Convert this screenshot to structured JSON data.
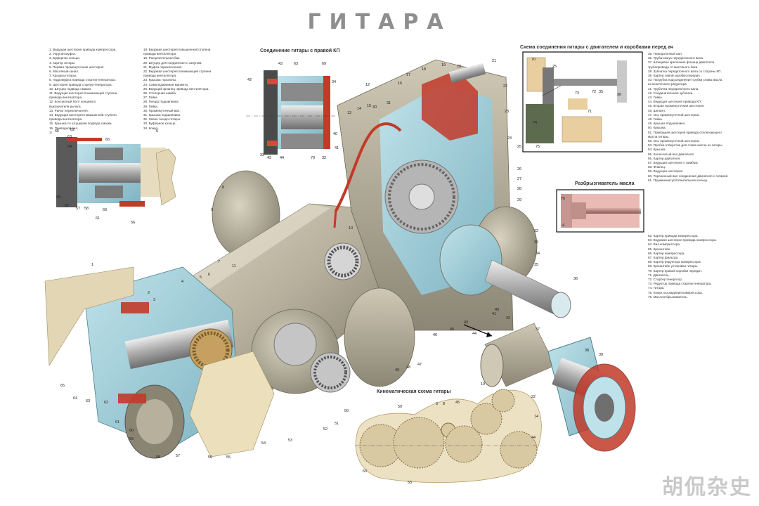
{
  "title": "ГИТАРА",
  "legend_left": [
    "1. Ведущая шестерня привода компрессора.",
    "2. Упругая муфта.",
    "3. Буферное кольцо.",
    "4. Картер гитары.",
    "5. Первая промежуточная шестерня.",
    "6. Масляный канал.",
    "7. Крышка гитары.",
    "8. Гидромуфта привода стартер-генератора.",
    "9. Шестерня привода стартер-генератора.",
    "10. Штуцер подвода смазки.",
    "11. Ведущая шестерня понижающей ступени",
    "    привода вентилятора.",
    "12. Контактный болт концевого",
    "    выключателя рычага.",
    "13. Рычаг переключателя.",
    "14. Ведущая шестерня повышенной ступени",
    "    привода вентилятора.",
    "15. Крышка со штуцером подвода смазки.",
    "16. Приводной вал.",
    "17. Вилка муфты переключения."
  ],
  "legend_mid": [
    "18. Ведомая шестерня повышенной ступени",
    "    привода вентилятора.",
    "19. Расцепительная бак.",
    "20. Штуцер для соединения с сапуном.",
    "21. Муфта переключения.",
    "22. Ведомая шестерня понижающей ступени",
    "    привода вентилятора.",
    "23. Крышка торсионы.",
    "24. Самоподжимная манжета.",
    "25. Ведущий фланец привода вентилятора.",
    "26. Стопорная шайба.",
    "27. Гайка.",
    "28. Гнездо подшипника.",
    "29. Гайка.",
    "30. Промежуточный вал.",
    "31. Крышка подшипника.",
    "32. Левое гнездо гитары.",
    "33. Буферное кольцо.",
    "34. Кожух."
  ],
  "legend_right": [
    "35. Передаточный вал.",
    "36. Труба-кожух передаточного вала.",
    "37. Шлицевое крепление фланца двигателя",
    "    трубопровода от масляного бака.",
    "38. Зубчатка передаточного вала со стороны КП.",
    "39. Картер левой коробки передач.",
    "40. Патрубок подсоединения трубки слива масла",
    "    из конического редуктора.",
    "41. Трубочка передаточного вала.",
    "42. Соединительная зубчатка.",
    "43. Гайка.",
    "44. Ведущая шестерня привода КП.",
    "45. Вторая промежуточная шестерня.",
    "46. Шплинт.",
    "47. Ось промежуточной шестерни.",
    "48. Гайка.",
    "49. Крышка подшипника.",
    "50. Крышка.",
    "51. Приводная шестерня привода отключающего",
    "    масла гитары.",
    "52. Ось промежуточной шестерни.",
    "53. Пробка отверстия для слива масла из гитары.",
    "54. Крышка.",
    "55. Коленчатый вал двигателя.",
    "56. Картер двигателя.",
    "57. Ведущая шестерня с лимбом.",
    "58. Фланец.",
    "59. Ведущая шестерня.",
    "60. Торсионный вал соединения двигателя с гитарой.",
    "61. Пружинный уплотнительное кольца."
  ],
  "legend_right2": [
    "62. Картер привода компрессора.",
    "63. Ведомая шестерня привода компрессора.",
    "64. Вал компрессора.",
    "65. Кронштейн.",
    "66. Картер компрессора.",
    "67. Картер фильтра.",
    "68. Картер редуктора компрессора.",
    "69. Кронштейн установки гитары.",
    "70. Картер правой коробки передач.",
    "71. Двигатель.",
    "72. Стартер генератор.",
    "73. Редуктор привода стартер-генератора.",
    "74. Гитара.",
    "75. Кожух охлаждения компрессора.",
    "76. Маслоотбрызгиватель."
  ],
  "sections": {
    "right_kp": "Соединение гитары с правой КП",
    "engine_scheme": "Схема соединения гитары с двигателем и коробками перед ач",
    "oil_splitter": "Разбрызгиватель масла",
    "kinematic": "Кинематическая схема гитары"
  },
  "callouts": {
    "inset_kp": [
      "42",
      "43",
      "63",
      "69",
      "34",
      "40",
      "41",
      "32",
      "70",
      "44",
      "43",
      "33"
    ],
    "inset_compressor": [
      "66",
      "62",
      "63",
      "64",
      "65",
      "68",
      "67",
      "57",
      "58",
      "60",
      "61",
      "56",
      "5"
    ],
    "engine_scheme": [
      "70",
      "25",
      "36",
      "35",
      "73",
      "72",
      "71",
      "74",
      "75"
    ],
    "oil_splitter": [
      "76",
      "4"
    ],
    "main_top": [
      "17",
      "18",
      "19",
      "20",
      "21",
      "22",
      "23",
      "24",
      "25",
      "26",
      "27",
      "28",
      "29",
      "30",
      "31",
      "16",
      "15",
      "14",
      "13",
      "12"
    ],
    "main_left": [
      "1",
      "2",
      "3",
      "4",
      "5",
      "6",
      "7",
      "8",
      "9",
      "10",
      "11"
    ],
    "main_right": [
      "32",
      "33",
      "34",
      "35",
      "36",
      "37",
      "38",
      "39",
      "40",
      "41",
      "42",
      "43",
      "44",
      "45"
    ],
    "main_bottom": [
      "46",
      "47",
      "48",
      "49",
      "50",
      "51",
      "52",
      "53",
      "54",
      "55",
      "56",
      "57",
      "58",
      "59",
      "60",
      "61",
      "62",
      "63",
      "64",
      "65"
    ],
    "kinematic": [
      "59",
      "5",
      "8",
      "45",
      "19",
      "22",
      "14",
      "44",
      "63",
      "53"
    ]
  },
  "watermark": "胡侃杂史"
}
